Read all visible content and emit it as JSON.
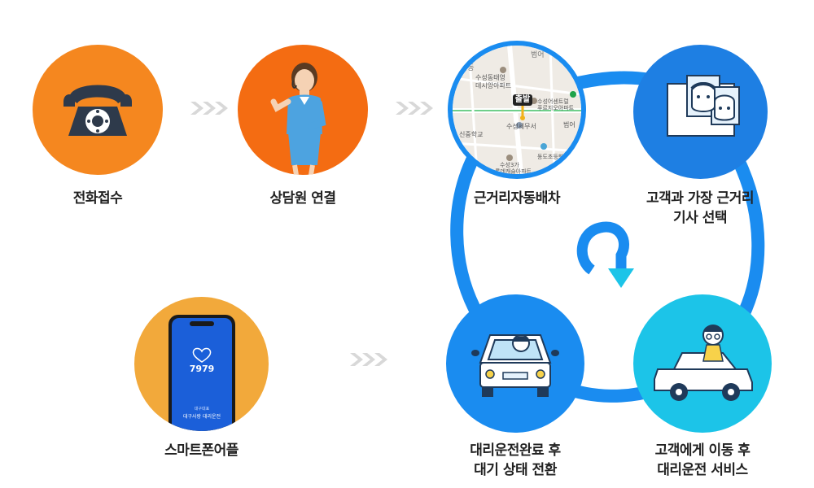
{
  "steps": {
    "phone_call": {
      "label": "전화접수"
    },
    "agent": {
      "label": "상담원 연결"
    },
    "dispatch": {
      "label": "근거리자동배차"
    },
    "select": {
      "line1": "고객과 가장 근거리",
      "line2": "기사 선택"
    },
    "smartphone": {
      "label": "스마트폰어플"
    },
    "complete": {
      "line1": "대리운전완료 후",
      "line2": "대기 상태 전환"
    },
    "service": {
      "line1": "고객에게 이동 후",
      "line2": "대리운전 서비스"
    }
  },
  "map": {
    "start_badge": "출발",
    "labels": [
      "수성동태영",
      "데시앙아파트",
      "수성어센트럴",
      "푸르지오아파트",
      "수성세무서",
      "범어",
      "동도초등학교",
      "신중학교",
      "수성3가",
      "롯데캐슬아파트",
      "범어",
      "가동"
    ]
  },
  "app": {
    "logo_number": "7979",
    "brand_small": "대구대표",
    "brand_name": "대구사랑 대리운전"
  },
  "colors": {
    "orange": "#F5871F",
    "dark_orange": "#F46C12",
    "gold": "#F2A93B",
    "blue": "#1E7FE3",
    "bright_blue": "#1A8CF0",
    "cyan": "#1CC4E8",
    "chevron": "#D8D8D8"
  },
  "icons": [
    "telephone-icon",
    "agent-illustration",
    "map-icon",
    "driver-cards-icon",
    "loop-arrow-icon",
    "car-front-icon",
    "car-side-icon",
    "smartphone-icon"
  ]
}
